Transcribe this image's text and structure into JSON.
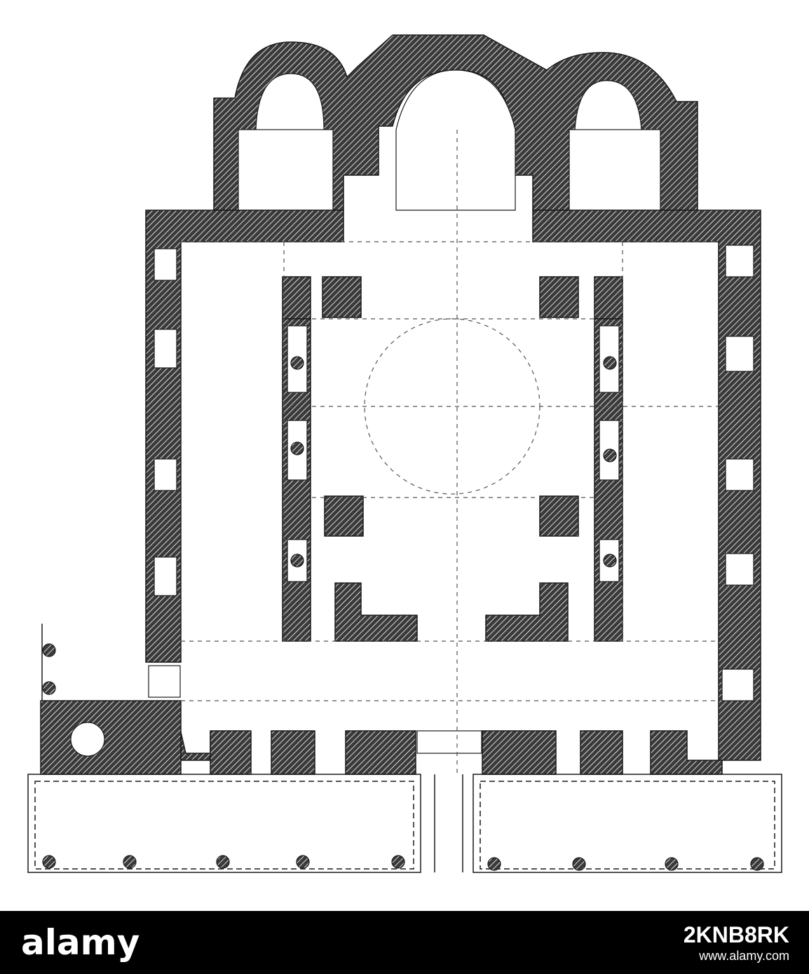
{
  "image": {
    "kind": "architectural floor plan engraving",
    "colors": {
      "ink": "#1a1a1a",
      "wall_fill": "#2b2b2b",
      "paper": "#ffffff",
      "footer_bg": "#000000",
      "footer_text": "#ffffff"
    }
  },
  "footer": {
    "brand": "alamy",
    "stock_id": "2KNB8RK",
    "url": "www.alamy.com"
  }
}
